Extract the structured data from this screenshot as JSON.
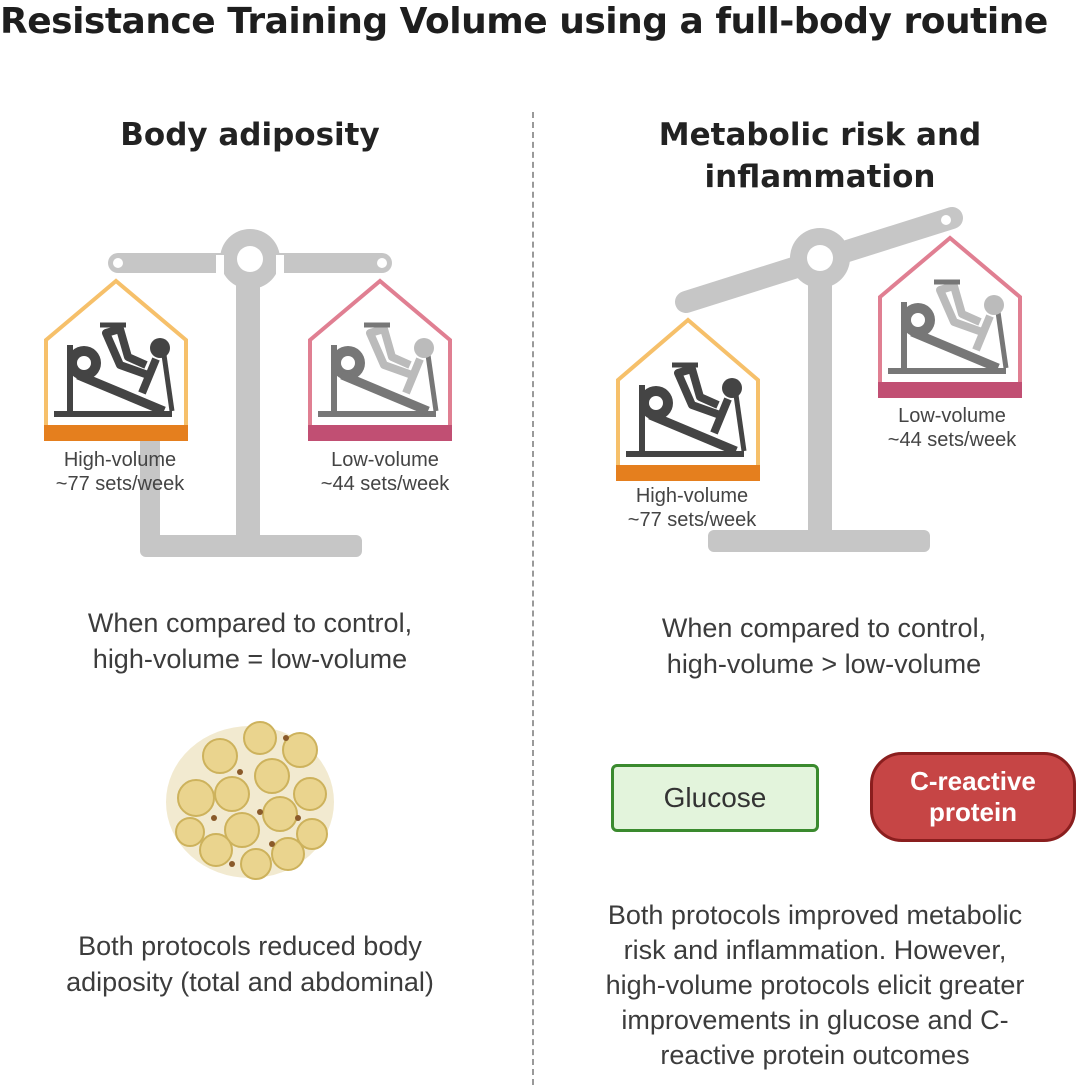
{
  "title": "Resistance Training Volume using a full-body routine",
  "left_panel": {
    "heading": "Body adiposity",
    "high_volume": {
      "label": "High-volume",
      "sets": "~77 sets/week"
    },
    "low_volume": {
      "label": "Low-volume",
      "sets": "~44 sets/week"
    },
    "comparison_line1": "When compared to control,",
    "comparison_line2": "high-volume = low-volume",
    "outcome_line1": "Both protocols reduced body",
    "outcome_line2": "adiposity (total and abdominal)",
    "icon": "adipose-cells-icon"
  },
  "right_panel": {
    "heading_line1": "Metabolic risk and",
    "heading_line2": "inflammation",
    "high_volume": {
      "label": "High-volume",
      "sets": "~77 sets/week"
    },
    "low_volume": {
      "label": "Low-volume",
      "sets": "~44 sets/week"
    },
    "comparison_line1": "When compared to control,",
    "comparison_line2": "high-volume > low-volume",
    "badges": {
      "glucose": "Glucose",
      "crp_line1": "C-reactive",
      "crp_line2": "protein"
    },
    "outcome_lines": [
      "Both protocols improved metabolic",
      "risk and inflammation. However,",
      "high-volume protocols elicit greater",
      "improvements in glucose and C-",
      "reactive protein outcomes"
    ]
  },
  "colors": {
    "high_volume_outline": "#f6c06a",
    "high_volume_base": "#e57f1e",
    "low_volume_outline": "#e07f92",
    "low_volume_base": "#c14f73",
    "scale_gray": "#c6c6c6",
    "glucose_fill": "#e3f4dc",
    "glucose_border": "#3a8a2e",
    "crp_fill": "#c64545"
  }
}
